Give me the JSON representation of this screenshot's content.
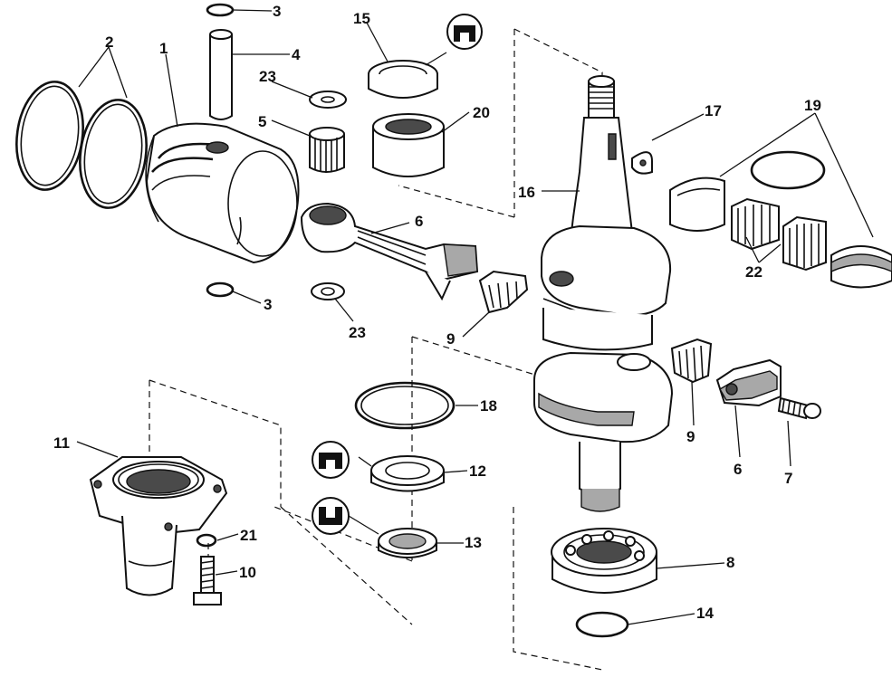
{
  "callouts": {
    "c1": "1",
    "c2": "2",
    "c3a": "3",
    "c3b": "3",
    "c4": "4",
    "c5": "5",
    "c6a": "6",
    "c6b": "6",
    "c7": "7",
    "c8": "8",
    "c9a": "9",
    "c9b": "9",
    "c10": "10",
    "c11": "11",
    "c12": "12",
    "c13": "13",
    "c14": "14",
    "c15": "15",
    "c16": "16",
    "c17": "17",
    "c18": "18",
    "c19": "19",
    "c20": "20",
    "c21": "21",
    "c22": "22",
    "c23a": "23",
    "c23b": "23"
  },
  "icons": {
    "seal_symbol_a": "lip-seal-symbol-icon",
    "seal_symbol_b": "lip-seal-symbol-icon",
    "seal_symbol_c": "lip-seal-symbol-icon"
  },
  "colors": {
    "ink": "#111111",
    "shade": "#a8a8a8",
    "paper": "#ffffff"
  }
}
